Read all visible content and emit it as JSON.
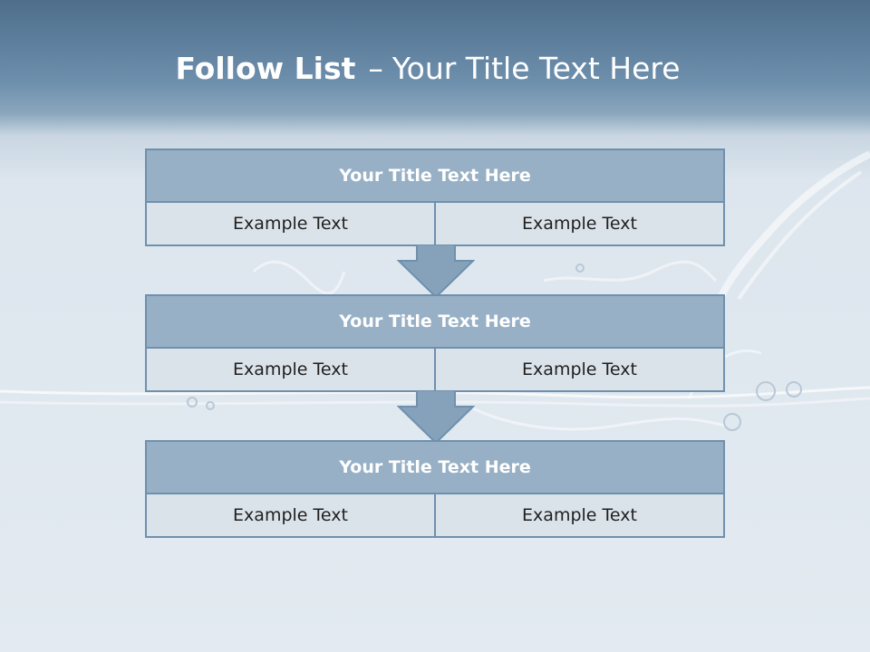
{
  "slide": {
    "title_bold": "Follow List",
    "title_separator": "–",
    "title_rest": "Your Title Text Here"
  },
  "steps": [
    {
      "title": "Your Title Text Here",
      "left": "Example Text",
      "right": "Example Text"
    },
    {
      "title": "Your Title Text Here",
      "left": "Example Text",
      "right": "Example Text"
    },
    {
      "title": "Your Title Text Here",
      "left": "Example Text",
      "right": "Example Text"
    }
  ],
  "colors": {
    "header_fill": "#97b0c6",
    "border": "#6f90ad",
    "cell_fill": "#dbe3ea",
    "arrow_fill": "#86a2bb"
  }
}
